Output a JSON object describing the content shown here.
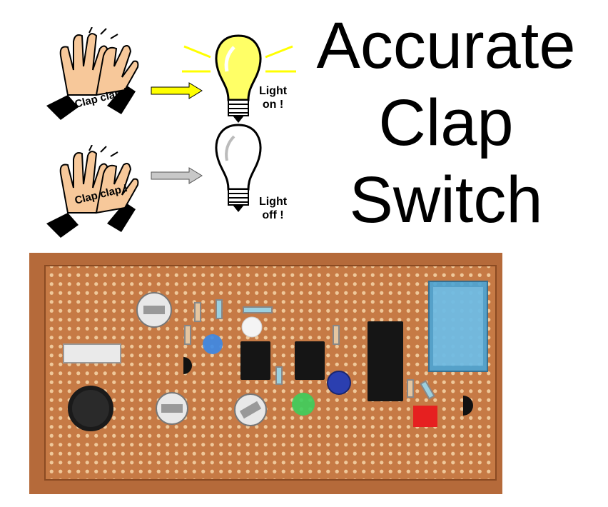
{
  "rows": [
    {
      "clap_label": "Clap clap !",
      "light_line1": "Light",
      "light_line2": "on !",
      "state": "on",
      "arrow_color": "#ffff00",
      "bulb_color": "#ffff66"
    },
    {
      "clap_label": "Clap clap !",
      "light_line1": "Light",
      "light_line2": "off !",
      "state": "off",
      "arrow_color": "#c8c8c8",
      "bulb_color": "#ffffff"
    }
  ],
  "title": {
    "line1": "Accurate",
    "line2": "Clap",
    "line3": "Switch"
  },
  "colors": {
    "board": "#c67a45",
    "board_edge": "#8a4a22",
    "hole": "#efc89a",
    "ray": "#ffff00",
    "relay": "#4aa6d8",
    "skin": "#f7c89a"
  },
  "icons": [
    "clapping-hands-icon",
    "arrow-right-icon",
    "light-bulb-on-icon",
    "light-bulb-off-icon"
  ]
}
